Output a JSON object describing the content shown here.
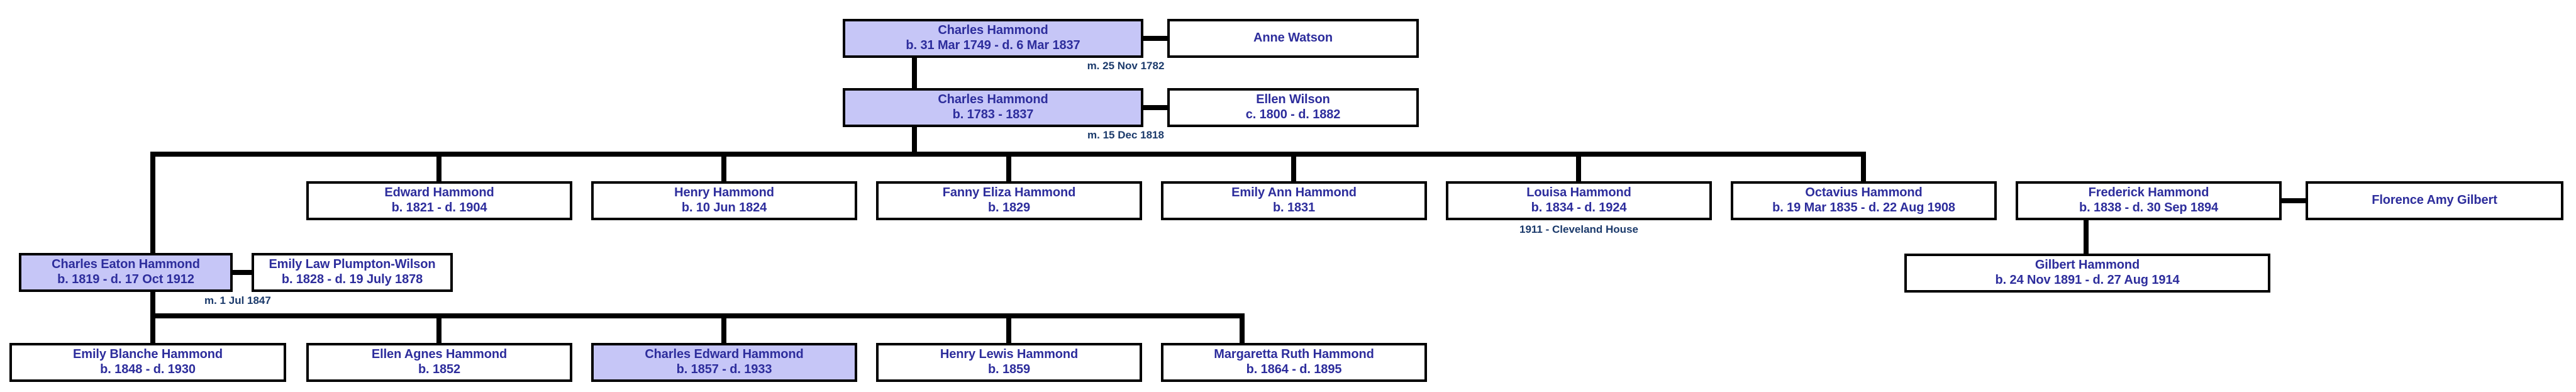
{
  "colors": {
    "highlight": "#c6c6f7",
    "box_border": "#000000",
    "name_text": "#2d2d9c",
    "note_text": "#1b3a6b",
    "background": "#ffffff"
  },
  "people": {
    "charles_hammond_1749": {
      "name": "Charles Hammond",
      "dates": "b. 31 Mar 1749 - d. 6 Mar 1837",
      "highlighted": true
    },
    "anne_watson": {
      "name": "Anne Watson",
      "dates": "",
      "highlighted": false
    },
    "charles_hammond_1783": {
      "name": "Charles Hammond",
      "dates": "b. 1783 - 1837",
      "highlighted": true
    },
    "ellen_wilson": {
      "name": "Ellen Wilson",
      "dates": "c. 1800 - d. 1882",
      "highlighted": false
    },
    "charles_eaton_hammond": {
      "name": "Charles Eaton Hammond",
      "dates": "b. 1819 - d. 17 Oct 1912",
      "highlighted": true
    },
    "emily_law_plumpton_wilson": {
      "name": "Emily Law Plumpton-Wilson",
      "dates": "b. 1828 - d. 19 July 1878",
      "highlighted": false
    },
    "edward_hammond": {
      "name": "Edward Hammond",
      "dates": "b. 1821 - d. 1904",
      "highlighted": false
    },
    "henry_hammond": {
      "name": "Henry Hammond",
      "dates": "b. 10 Jun 1824",
      "highlighted": false
    },
    "fanny_eliza_hammond": {
      "name": "Fanny Eliza Hammond",
      "dates": "b. 1829",
      "highlighted": false
    },
    "emily_ann_hammond": {
      "name": "Emily Ann Hammond",
      "dates": "b. 1831",
      "highlighted": false
    },
    "louisa_hammond": {
      "name": "Louisa Hammond",
      "dates": "b. 1834 - d. 1924",
      "highlighted": false
    },
    "octavius_hammond": {
      "name": "Octavius Hammond",
      "dates": "b. 19 Mar 1835 - d. 22 Aug 1908",
      "highlighted": false
    },
    "frederick_hammond": {
      "name": "Frederick Hammond",
      "dates": "b. 1838 - d. 30 Sep 1894",
      "highlighted": false
    },
    "florence_amy_gilbert": {
      "name": "Florence Amy Gilbert",
      "dates": "",
      "highlighted": false
    },
    "gilbert_hammond": {
      "name": "Gilbert Hammond",
      "dates": "b. 24 Nov 1891 - d. 27 Aug 1914",
      "highlighted": false
    },
    "emily_blanche_hammond": {
      "name": "Emily Blanche Hammond",
      "dates": "b. 1848 - d. 1930",
      "highlighted": false
    },
    "ellen_agnes_hammond": {
      "name": "Ellen Agnes Hammond",
      "dates": "b. 1852",
      "highlighted": false
    },
    "charles_edward_hammond": {
      "name": "Charles Edward Hammond",
      "dates": "b. 1857 - d. 1933",
      "highlighted": true
    },
    "henry_lewis_hammond": {
      "name": "Henry Lewis Hammond",
      "dates": "b. 1859",
      "highlighted": false
    },
    "margaretta_ruth_hammond": {
      "name": "Margaretta Ruth Hammond",
      "dates": "b. 1864 - d. 1895",
      "highlighted": false
    }
  },
  "annotations": {
    "marriage_1782": "m. 25 Nov 1782",
    "marriage_1818": "m. 15 Dec 1818",
    "marriage_1847": "m. 1 Jul 1847",
    "louisa_note": "1911 - Cleveland House"
  }
}
